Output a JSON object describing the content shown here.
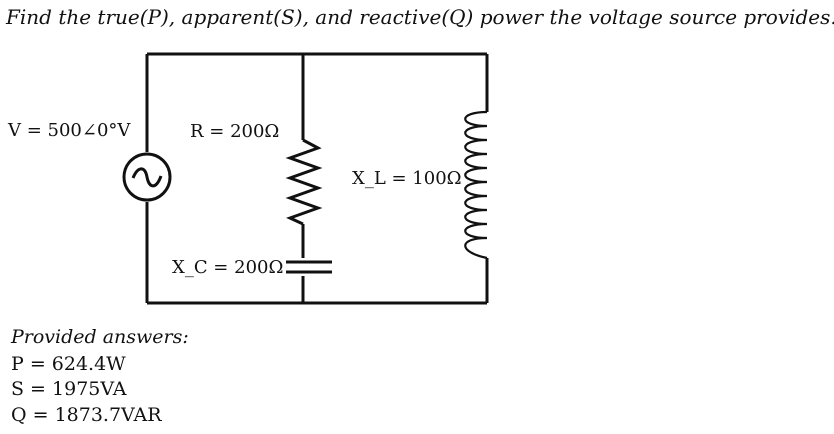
{
  "question": "Find the true(P), apparent(S), and reactive(Q) power the voltage source provides.",
  "labels": {
    "source": "V = 500∠0°V",
    "resistor": "R = 200Ω",
    "inductor": "X_L = 100Ω",
    "capacitor": "X_C = 200Ω"
  },
  "answers": {
    "heading": "Provided answers:",
    "p": "P = 624.4W",
    "s": "S = 1975VA",
    "q": "Q = 1873.7VAR"
  }
}
